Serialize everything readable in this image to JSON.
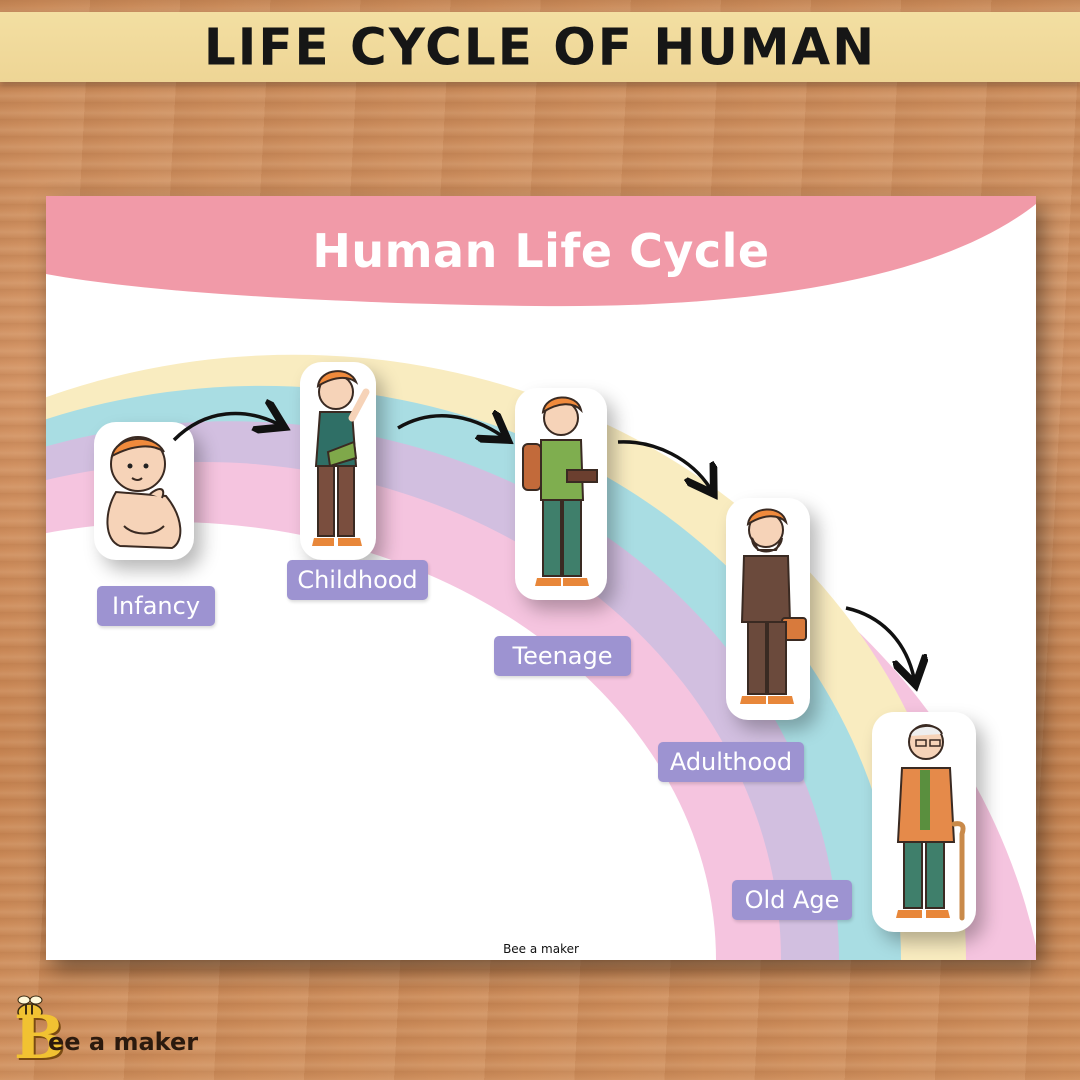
{
  "banner": {
    "title": "LIFE CYCLE OF HUMAN"
  },
  "poster": {
    "title": "Human Life Cycle",
    "credit": "Bee a maker"
  },
  "stages": [
    {
      "label": "Infancy"
    },
    {
      "label": "Childhood"
    },
    {
      "label": "Teenage"
    },
    {
      "label": "Adulthood"
    },
    {
      "label": "Old Age"
    }
  ],
  "logo": {
    "letter": "B",
    "text": "ee a maker"
  },
  "colors": {
    "header_pink": "#f19aa8",
    "rainbow_outer_pink": "#f5c4df",
    "rainbow_yellow": "#f9ecc0",
    "rainbow_blue": "#a9dde3",
    "rainbow_purple": "#d2bfe0",
    "rainbow_inner_pink": "#f5c4df",
    "label_purple": "#9d93d1"
  }
}
